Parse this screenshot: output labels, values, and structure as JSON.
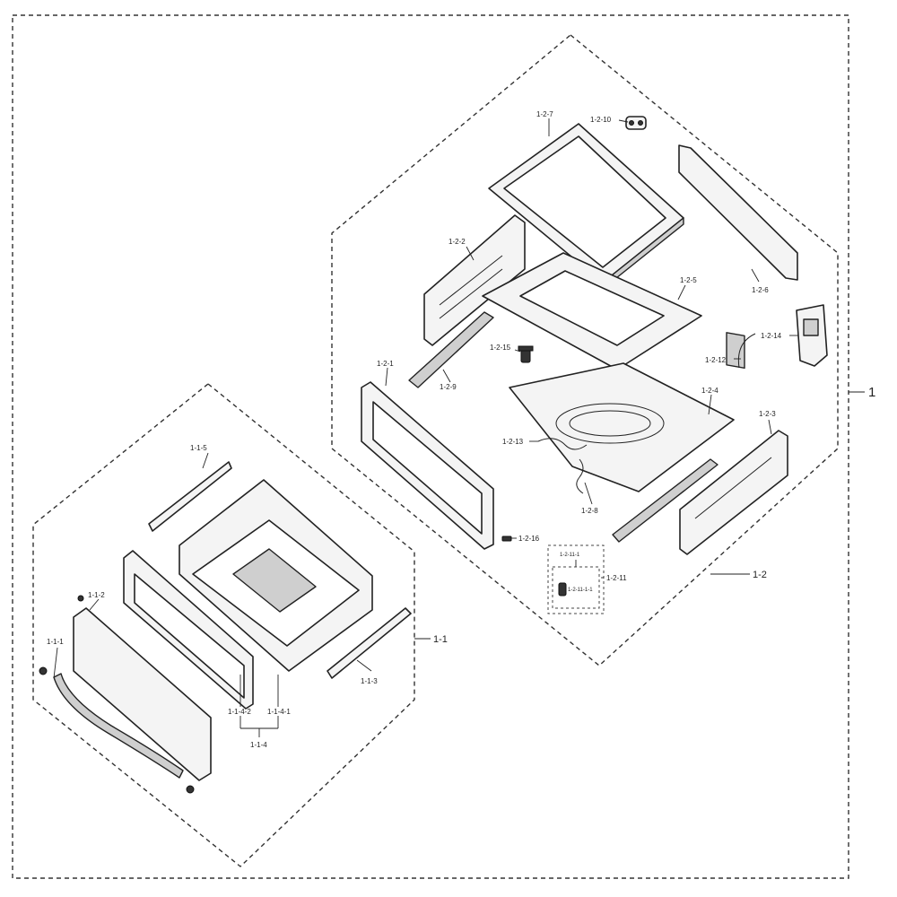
{
  "labels": {
    "l_1": "1",
    "l_1_1": "1-1",
    "l_1_2": "1-2",
    "l_1_1_1": "1-1-1",
    "l_1_1_2": "1-1-2",
    "l_1_1_3": "1-1-3",
    "l_1_1_4": "1-1-4",
    "l_1_1_4_1": "1-1-4-1",
    "l_1_1_4_2": "1-1-4-2",
    "l_1_1_5": "1-1-5",
    "l_1_2_1": "1-2-1",
    "l_1_2_2": "1-2-2",
    "l_1_2_3": "1-2-3",
    "l_1_2_4": "1-2-4",
    "l_1_2_5": "1-2-5",
    "l_1_2_6": "1-2-6",
    "l_1_2_7": "1-2-7",
    "l_1_2_8": "1-2-8",
    "l_1_2_9": "1-2-9",
    "l_1_2_10": "1-2-10",
    "l_1_2_11": "1-2-11",
    "l_1_2_11_1": "1-2-11-1",
    "l_1_2_11_1_1": "1-2-11-1-1",
    "l_1_2_12": "1-2-12",
    "l_1_2_13": "1-2-13",
    "l_1_2_14": "1-2-14",
    "l_1_2_15": "1-2-15",
    "l_1_2_16": "1-2-16"
  }
}
